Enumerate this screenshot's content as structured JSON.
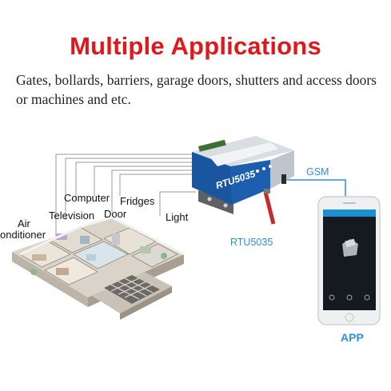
{
  "header": {
    "title": "Multiple Applications",
    "description": "Gates, bollards, barriers, garage doors, shutters and access doors or machines and etc."
  },
  "labels": {
    "computer": "Computer",
    "fridges": "Fridges",
    "television": "Television",
    "door": "Door",
    "light": "Light",
    "air_line1": "Air",
    "air_line2": "onditioner",
    "gsm": "GSM",
    "device_model": "RTU5035",
    "app": "APP"
  },
  "device": {
    "front_text": "RTU5035"
  },
  "colors": {
    "title_red": "#e0181b",
    "accent_blue": "#2f8fd8",
    "device_blue": "#1d5fae"
  }
}
